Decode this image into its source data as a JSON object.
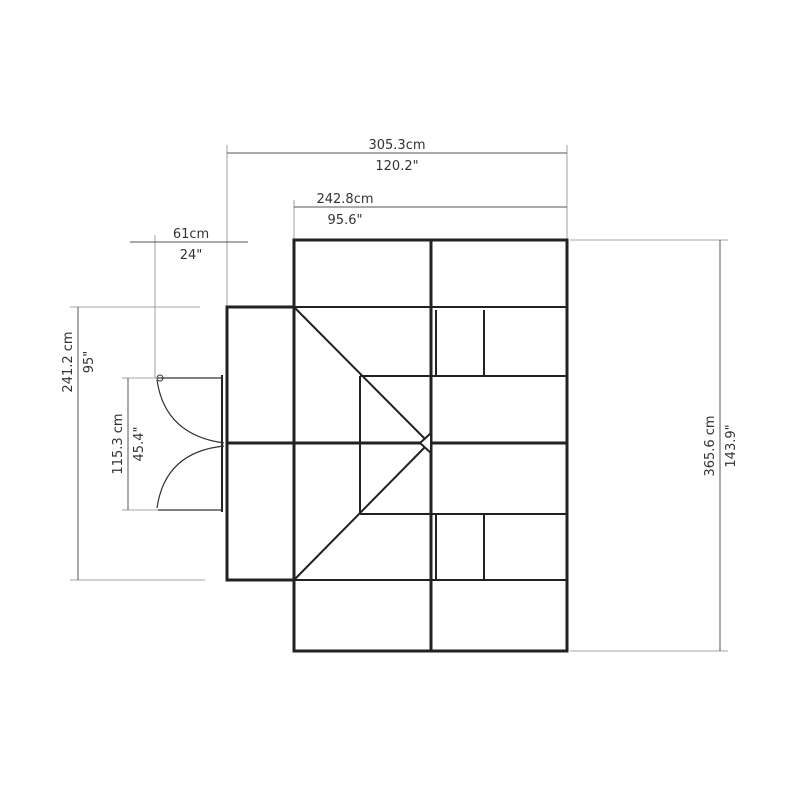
{
  "dimensions": {
    "overall_width": {
      "cm": "305.3cm",
      "in": "120.2\""
    },
    "body_width": {
      "cm": "242.8cm",
      "in": "95.6\""
    },
    "porch_depth": {
      "cm": "61cm",
      "in": "24\""
    },
    "porch_width": {
      "cm": "241.2 cm",
      "in": "95\""
    },
    "door_width": {
      "cm": "115.3 cm",
      "in": "45.4\""
    },
    "overall_length": {
      "cm": "365.6 cm",
      "in": "143.9\""
    }
  }
}
